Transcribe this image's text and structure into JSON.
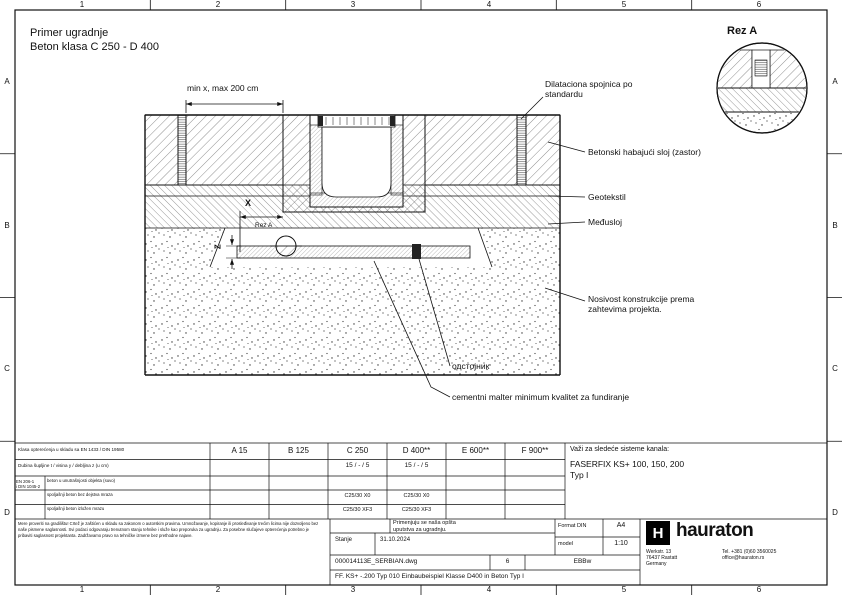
{
  "sheet": {
    "cols": [
      "1",
      "2",
      "3",
      "4",
      "5",
      "6"
    ],
    "rows": [
      "A",
      "B",
      "C",
      "D"
    ]
  },
  "header": {
    "title1": "Primer ugradnje",
    "title2": "Beton klasa C 250 - D 400"
  },
  "detail": {
    "title": "Rez A"
  },
  "drawing": {
    "dim_top": "min x, max 200 cm",
    "dim_x": "X",
    "dim_z": "Z",
    "section_marker": "Rez A",
    "callout_dilatation": "Dilataciona spojnica po\nstandardu",
    "callout_wear": "Betonski habajući sloj (zastor)",
    "callout_geotextile": "Geotekstil",
    "callout_interlayer": "Međusloj",
    "callout_bearing": "Nosivost konstrukcije prema\nzahtevima projekta.",
    "callout_spacer": "одстојник",
    "callout_mortar": "cementni malter minimum kvalitet za fundiranje"
  },
  "titleblock": {
    "load_class_label": "Klasa opterećenja u skladu sa EN 1433 / DIN 19580",
    "classes": [
      "A 15",
      "B 125",
      "C 250",
      "D 400**",
      "E 600**",
      "F 900**"
    ],
    "dims_label": "Dubina šupljine t / visina y / debljina z (u cm)",
    "dims_c250": "15 / - / 5",
    "dims_d400": "15 / - / 5",
    "norm_label": "EN 206-1\ni DIN 1045-2",
    "exposure_rows": [
      "beton u unutrašnjosti objekta (suvo)",
      "spoljašnji beton bez dejstva mraza",
      "spoljašnji beton izložen mrazu"
    ],
    "concrete_x0": "C25/30 X0",
    "concrete_xf3": "C25/30 XF3",
    "systems_label": "Važi za sledeće sisteme kanala:",
    "systems_value": "FASERFIX KS+ 100, 150, 200\nTyp I",
    "note": "Primenjuju se naša opšta\nuputstva za ugradnju.",
    "status_label": "Stanje",
    "status_value": "31.10.2024",
    "format_label": "Format DIN",
    "format_value": "A4",
    "scale_label": "model",
    "scale_value": "1:10",
    "file_name": "000014113E_SERBIAN.dwg",
    "sheet_no": "6",
    "editor": "EBBw",
    "doc_title": "FF. KS+ -.200 Typ 010 Einbaubeispiel Klasse D400 in Beton Typ I",
    "brand_mark": "H",
    "brand": "hauraton",
    "address": "Werkstr. 13\n76437 Rastatt\nGermany",
    "contact": "Tel. +381 (0)60 3560025\noffice@hauraton.rs",
    "disclaimer": "Mere proveriti na gradilištu! Crtež je zaštićen u skladu sa zakonom o autorskim pravima. Umnožavanje, kopiranje ili prosleđivanje trećim licima nije dozvoljeno bez naše pismene saglasnosti. Svi podaci odgovaraju trenutnom stanju tehnike i služe kao preporuka za ugradnju. Za posebne slučajeve opterećenja potrebno je pribaviti saglasnost projektanta. Zadržavamo pravo na tehničke izmene bez prethodne najave."
  }
}
